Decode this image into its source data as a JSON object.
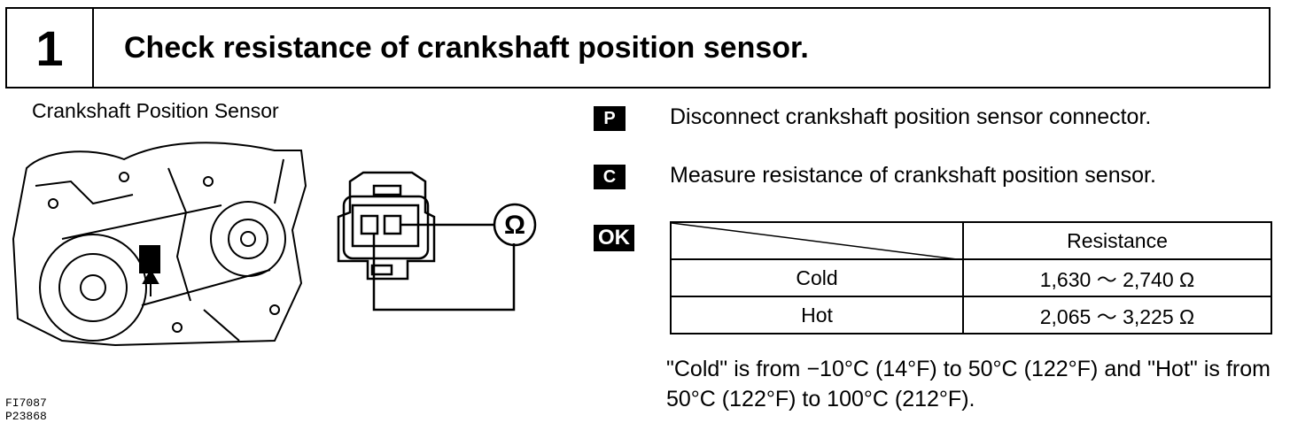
{
  "header": {
    "step_number": "1",
    "title": "Check resistance of crankshaft position sensor."
  },
  "figure": {
    "caption": "Crankshaft Position Sensor",
    "ohm_symbol": "Ω",
    "figure_ids": [
      "FI7087",
      "P23868"
    ]
  },
  "steps": [
    {
      "badge": "P",
      "text": "Disconnect crankshaft position sensor connector."
    },
    {
      "badge": "C",
      "text": "Measure resistance of crankshaft position sensor."
    }
  ],
  "ok_badge": "OK",
  "spec_table": {
    "column_header": "Resistance",
    "rows": [
      {
        "label": "Cold",
        "value": "1,630 ～ 2,740 Ω"
      },
      {
        "label": "Hot",
        "value": "2,065 ～ 3,225 Ω"
      }
    ]
  },
  "note": "\"Cold\" is from −10°C (14°F) to 50°C (122°F) and \"Hot\" is from 50°C (122°F) to 100°C (212°F)."
}
